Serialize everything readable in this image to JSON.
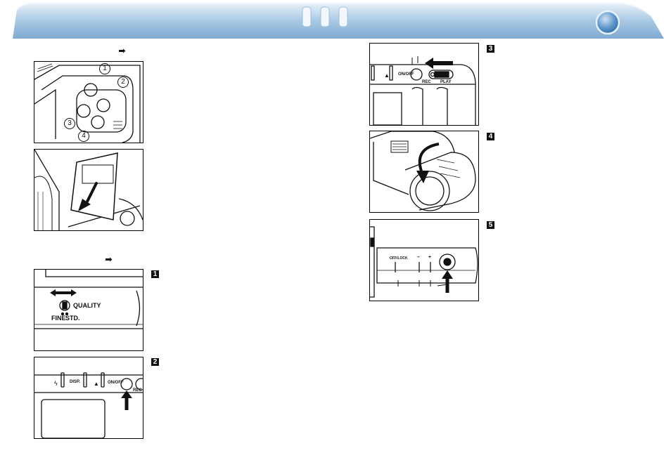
{
  "colors": {
    "banner_light": "#e6f0f8",
    "banner_mid": "#a9c9e4",
    "banner_dark": "#6f9fca",
    "step_badge": "#111111"
  },
  "reference_marks": [
    "pointing-hand-icon",
    "pointing-hand-icon"
  ],
  "figures": {
    "battery": {
      "markers": [
        "1",
        "2",
        "3",
        "4"
      ]
    },
    "quality": {
      "switch_label": "QUALITY",
      "fine_label": "FINE",
      "std_label": "STD."
    },
    "power": {
      "labels": [
        "DISP.",
        "ON/OFF",
        "REC"
      ]
    },
    "mode": {
      "labels": [
        "ON/OFF",
        "REC",
        "PLAY"
      ]
    },
    "shutter": {
      "labels": [
        "OFF/LOCK",
        "–",
        "+"
      ]
    }
  },
  "steps": [
    "1",
    "2",
    "3",
    "4",
    "5"
  ]
}
